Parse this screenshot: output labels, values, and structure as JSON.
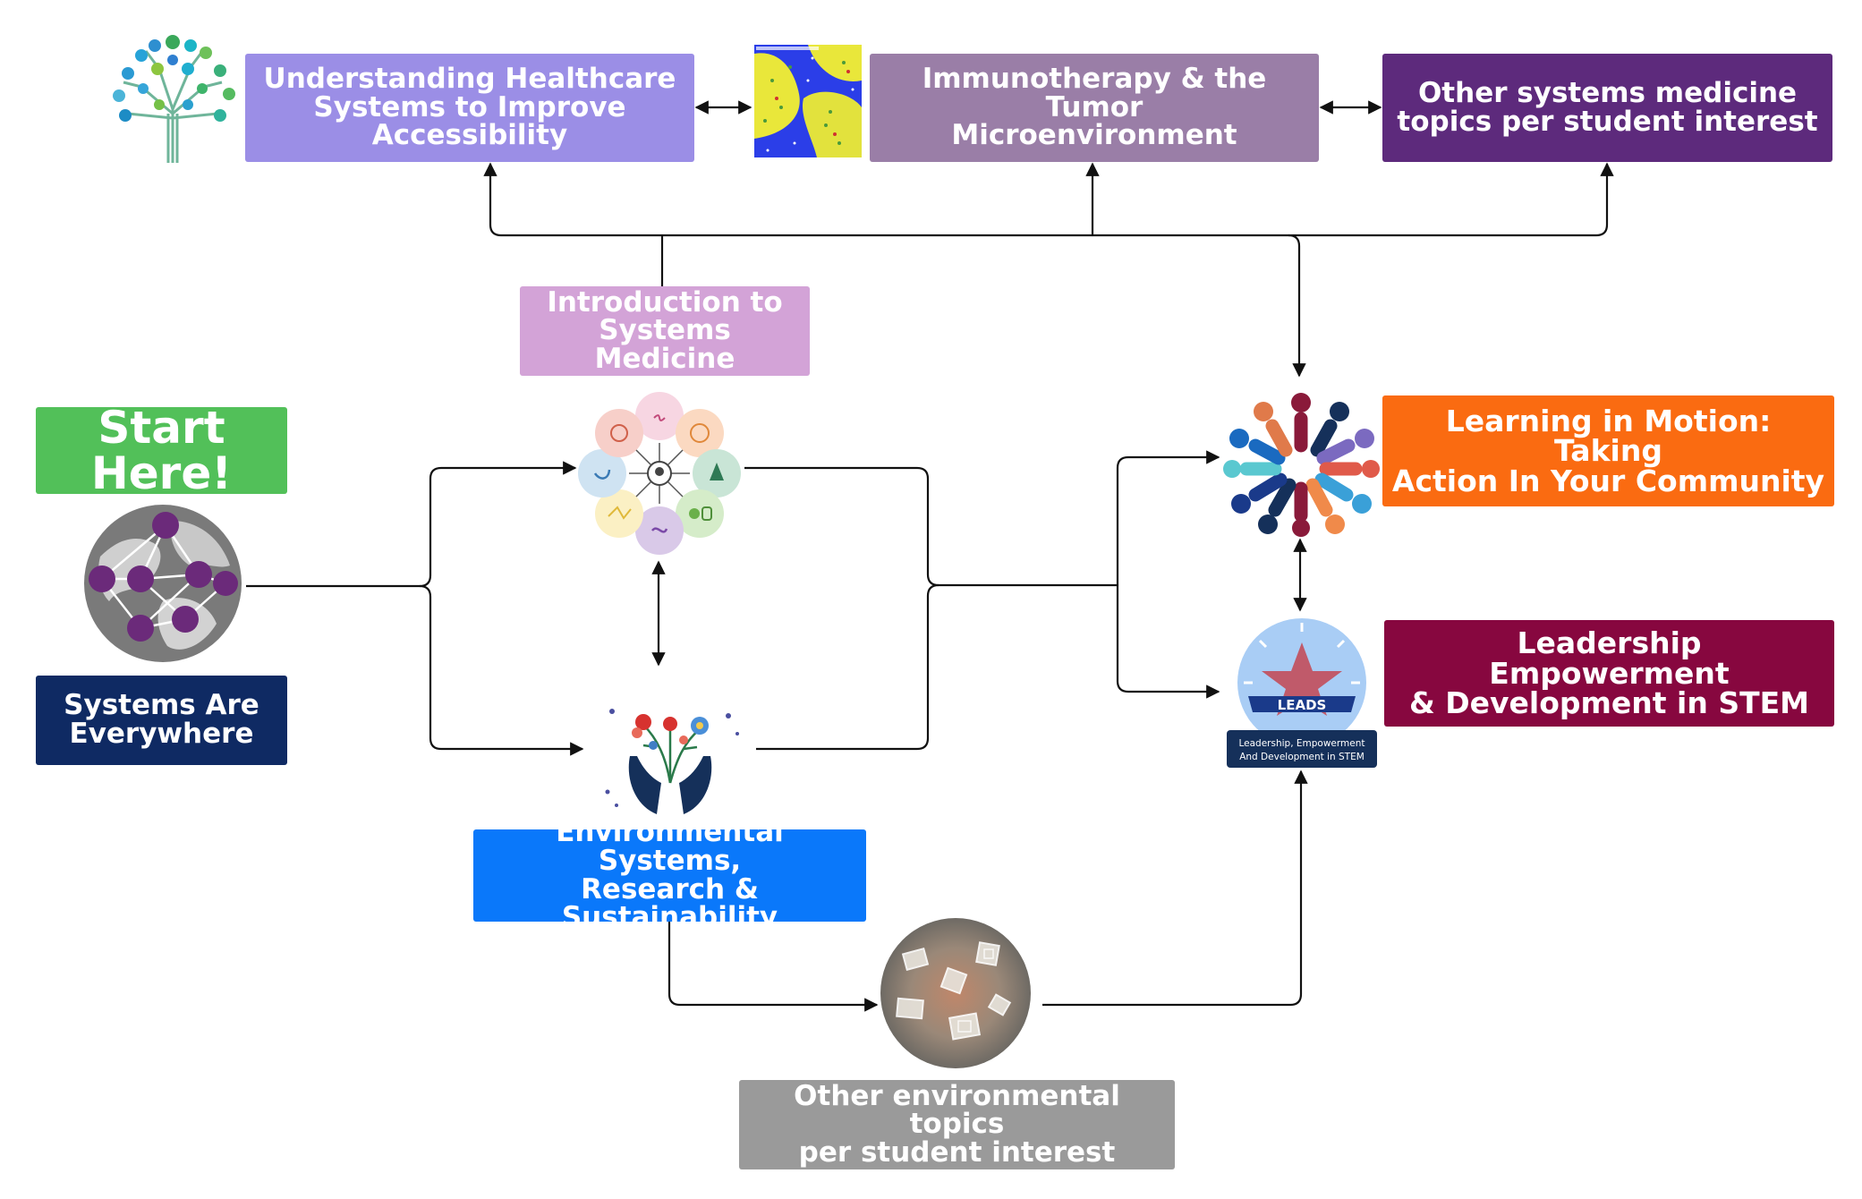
{
  "nodes": {
    "start_here": {
      "label": "Start Here!",
      "color": "#52c059"
    },
    "systems_everywhere": {
      "label": "Systems Are\nEverywhere",
      "color": "#0f2a63"
    },
    "intro_systems_medicine": {
      "label": "Introduction to\nSystems Medicine",
      "color": "#d3a3d7"
    },
    "healthcare_systems": {
      "label": "Understanding Healthcare\nSystems to Improve\nAccessibility",
      "color": "#9b8ee6"
    },
    "immunotherapy": {
      "label": "Immunotherapy & the Tumor\nMicroenvironment",
      "color": "#9a7ea7"
    },
    "other_medicine": {
      "label": "Other systems medicine\ntopics per student interest",
      "color": "#5d2a7c"
    },
    "learning_in_motion": {
      "label": "Learning in Motion: Taking\nAction In Your Community",
      "color": "#fa6b11"
    },
    "leads": {
      "label": "Leadership Empowerment\n& Development in STEM",
      "color": "#87073f"
    },
    "environmental": {
      "label": "Environmental Systems,\nResearch & Sustainability",
      "color": "#0a78fa"
    },
    "other_environmental": {
      "label": "Other environmental topics\nper student interest",
      "color": "#9a9a9a"
    }
  },
  "leads_logo": {
    "badge": "LEADS",
    "caption_line1": "Leadership, Empowerment",
    "caption_line2": "And Development in STEM"
  },
  "icons": [
    "healthcare-tree-icon",
    "tumor-microenvironment-image",
    "globe-network-icon",
    "systems-medicine-wheel-icon",
    "hands-flowers-icon",
    "community-circle-icon",
    "leads-logo",
    "crystals-microscope-image"
  ],
  "connector_color": "#111111"
}
